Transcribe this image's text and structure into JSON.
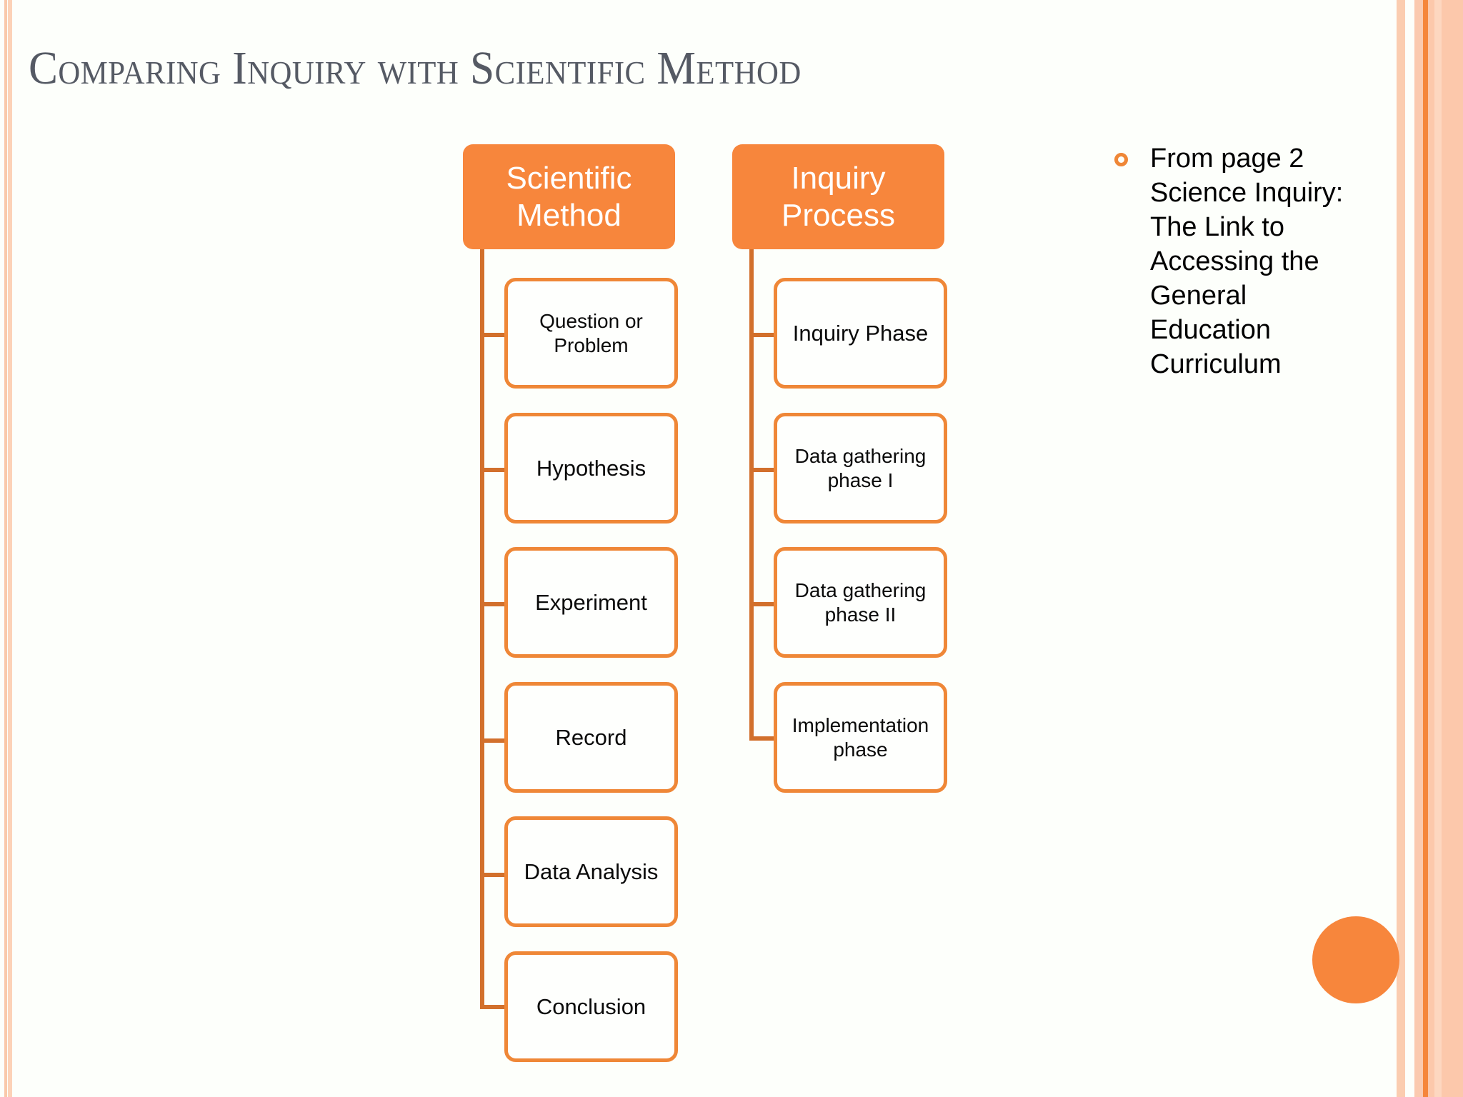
{
  "slide": {
    "title": "Comparing Inquiry with Scientific Method",
    "background_color": "#fdfffb",
    "title_color": "#555a64",
    "accent_color": "#f7863c",
    "node_border_color": "#ef8737",
    "connector_color": "#d2702c"
  },
  "diagram": {
    "columns": [
      {
        "header": "Scientific Method",
        "nodes": [
          {
            "label": "Question or Problem"
          },
          {
            "label": "Hypothesis"
          },
          {
            "label": "Experiment"
          },
          {
            "label": "Record"
          },
          {
            "label": "Data Analysis"
          },
          {
            "label": "Conclusion"
          }
        ]
      },
      {
        "header": "Inquiry Process",
        "nodes": [
          {
            "label": "Inquiry Phase"
          },
          {
            "label": "Data gathering phase I"
          },
          {
            "label": "Data gathering phase II"
          },
          {
            "label": "Implementation phase"
          }
        ]
      }
    ]
  },
  "notes": {
    "bullet_text": "From page 2 Science Inquiry: The Link to Accessing the General Education Curriculum",
    "bullet_marker": "hollow-circle-bullet"
  }
}
